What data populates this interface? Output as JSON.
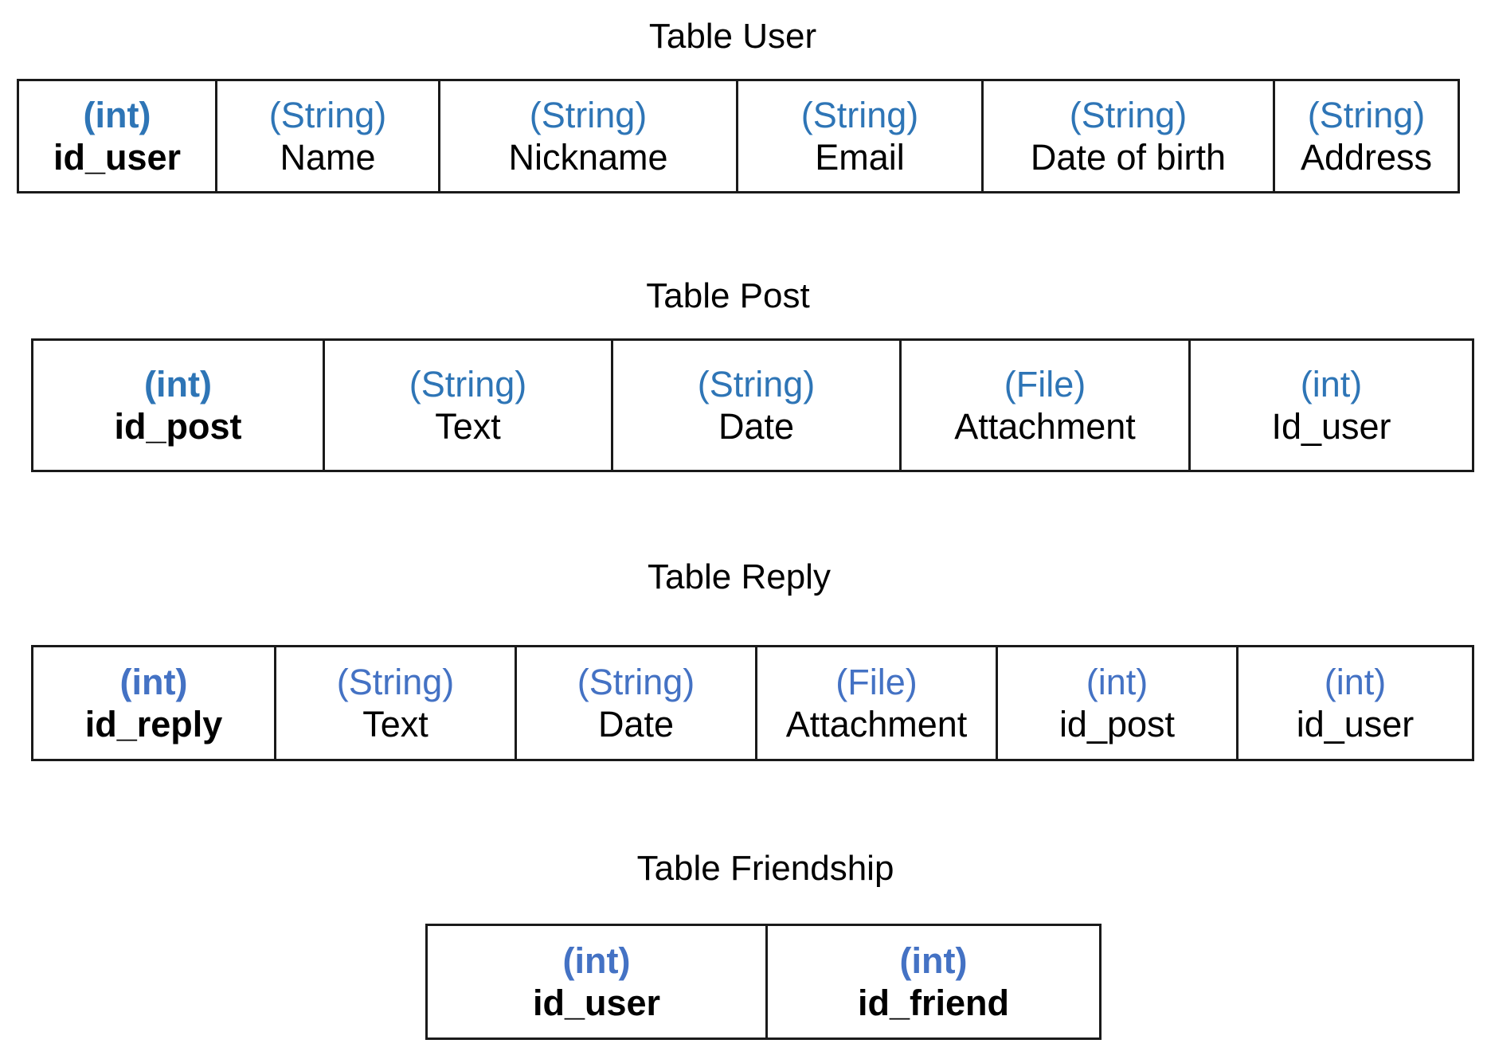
{
  "colors": {
    "type_blue": "#2E75B6",
    "type_blue_soft": "#4472C4",
    "name_black": "#000000",
    "border": "#1a1a1a"
  },
  "tables": [
    {
      "title": "Table User",
      "columns": [
        {
          "type": "(int)",
          "name": "id_user",
          "primary": true
        },
        {
          "type": "(String)",
          "name": "Name",
          "primary": false
        },
        {
          "type": "(String)",
          "name": "Nickname",
          "primary": false
        },
        {
          "type": "(String)",
          "name": "Email",
          "primary": false
        },
        {
          "type": "(String)",
          "name": "Date of birth",
          "primary": false
        },
        {
          "type": "(String)",
          "name": "Address",
          "primary": false
        }
      ]
    },
    {
      "title": "Table Post",
      "columns": [
        {
          "type": "(int)",
          "name": "id_post",
          "primary": true
        },
        {
          "type": "(String)",
          "name": "Text",
          "primary": false
        },
        {
          "type": "(String)",
          "name": "Date",
          "primary": false
        },
        {
          "type": "(File)",
          "name": "Attachment",
          "primary": false
        },
        {
          "type": "(int)",
          "name": "Id_user",
          "primary": false
        }
      ]
    },
    {
      "title": "Table Reply",
      "columns": [
        {
          "type": "(int)",
          "name": "id_reply",
          "primary": true
        },
        {
          "type": "(String)",
          "name": "Text",
          "primary": false
        },
        {
          "type": "(String)",
          "name": "Date",
          "primary": false
        },
        {
          "type": "(File)",
          "name": "Attachment",
          "primary": false
        },
        {
          "type": "(int)",
          "name": "id_post",
          "primary": false
        },
        {
          "type": "(int)",
          "name": "id_user",
          "primary": false
        }
      ]
    },
    {
      "title": "Table Friendship",
      "columns": [
        {
          "type": "(int)",
          "name": "id_user",
          "primary": true
        },
        {
          "type": "(int)",
          "name": "id_friend",
          "primary": true
        }
      ]
    }
  ]
}
